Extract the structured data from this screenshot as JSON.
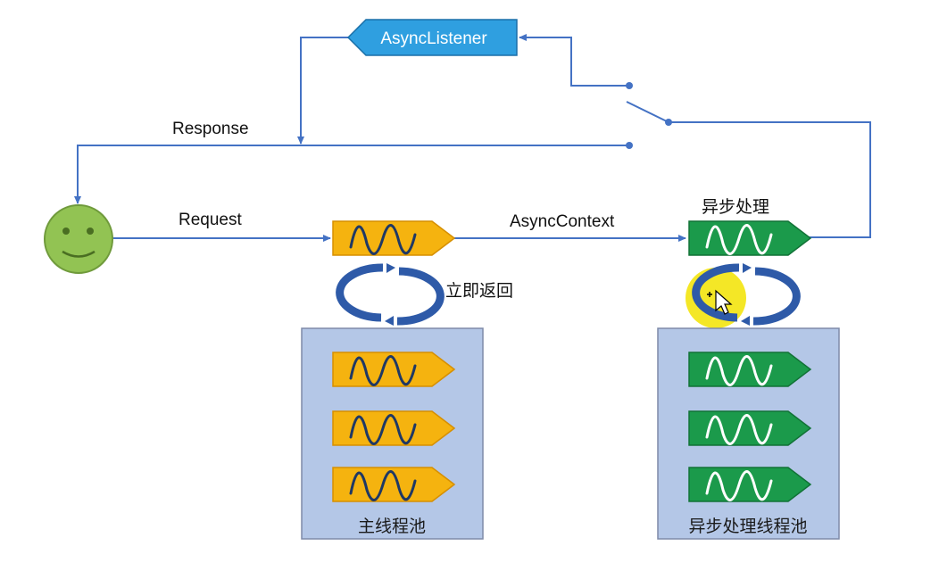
{
  "colors": {
    "line": "#4472c4",
    "orange": "#f5b30f",
    "orange_stroke": "#d68f00",
    "green": "#1b9a4b",
    "green_stroke": "#117236",
    "pool_bg": "#b4c7e7",
    "pool_border": "#7f8aa8",
    "listener_bg": "#2f9fe0",
    "smiley": "#92c353",
    "wave_dark": "#1f3864",
    "wave_light": "#ffffff",
    "cursor_highlight": "#f2e300"
  },
  "labels": {
    "async_listener": "AsyncListener",
    "response": "Response",
    "request": "Request",
    "async_context": "AsyncContext",
    "async_processing": "异步处理",
    "return_immediately": "立即返回",
    "main_pool": "主线程池",
    "async_pool": "异步处理线程池"
  },
  "icons": {
    "client": "smiley-face-icon",
    "thread": "thread-wave-icon",
    "recycle": "circular-arrows-icon",
    "cursor": "mouse-cursor-icon"
  }
}
